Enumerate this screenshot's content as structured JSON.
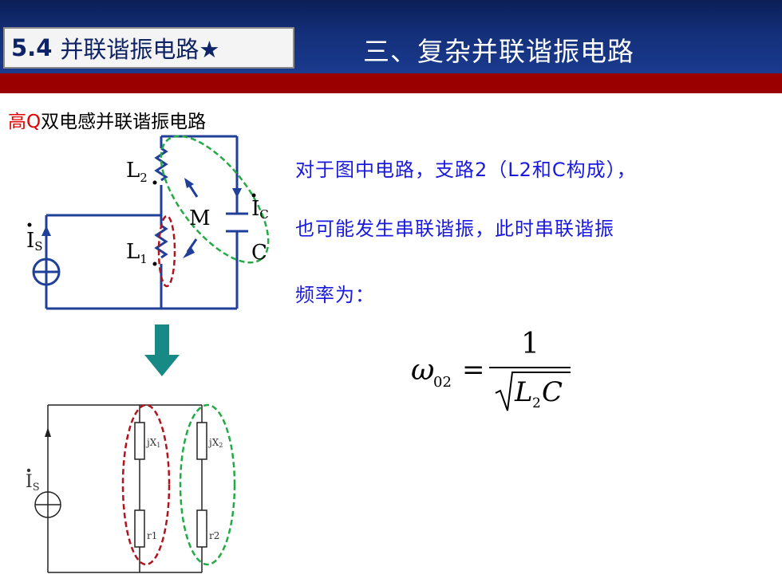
{
  "header": {
    "section_number": "5.4",
    "section_title": "并联谐振电路★",
    "title": "三、复杂并联谐振电路"
  },
  "subtitle": {
    "highlight": "高Q",
    "rest": "双电感并联谐振电路"
  },
  "description": {
    "line1": "对于图中电路，支路2（L2和C构成），",
    "line2": "也可能发生串联谐振，此时串联谐振",
    "line3": "频率为："
  },
  "circuit_top": {
    "inductor1_label": "L",
    "inductor1_sub": "1",
    "inductor2_label": "L",
    "inductor2_sub": "2",
    "mutual_label": "M",
    "capacitor_label": "C",
    "source_label": "I",
    "source_sub": "S",
    "capacitor_current_label": "I",
    "capacitor_current_sub": "C"
  },
  "circuit_bottom": {
    "source_label": "I",
    "source_sub": "S",
    "reactance1_label": "jX",
    "reactance1_sub": "1",
    "reactance2_label": "jX",
    "reactance2_sub": "2",
    "resistor1_label": "r1",
    "resistor2_label": "r2"
  },
  "formula": {
    "lhs_symbol": "ω",
    "lhs_sub": "02",
    "equals": "=",
    "numerator": "1",
    "denominator_L": "L",
    "denominator_sub": "2",
    "denominator_C": "C"
  },
  "colors": {
    "header_blue": "#14307a",
    "red_bar": "#9a0000",
    "circuit_blue": "#1f3f98",
    "text_blue": "#1a1adf",
    "ellipse_red": "#b0141e",
    "ellipse_green": "#22aa44",
    "arrow_teal": "#178a86"
  }
}
